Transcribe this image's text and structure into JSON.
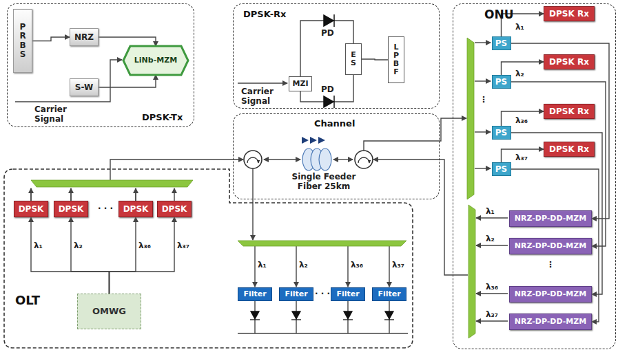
{
  "diagram": {
    "nodes": [
      {
        "text": [
          "DPSK-Tx"
        ]
      },
      {
        "text": [
          "PRBS"
        ],
        "in": 0
      },
      {
        "text": [
          "NRZ"
        ],
        "in": 0
      },
      {
        "text": [
          "S-W"
        ],
        "in": 0
      },
      {
        "text": [
          "LiNb-MZM"
        ],
        "in": 0
      },
      {
        "text": [
          "DPSK-Rx"
        ]
      },
      {
        "text": [
          "MZI"
        ],
        "in": 5
      },
      {
        "text": [
          "ES"
        ],
        "in": 5
      },
      {
        "text": [
          "LPBF"
        ],
        "in": 5
      },
      {
        "text": [
          "Channel"
        ]
      },
      {
        "text": [
          "OLT"
        ]
      },
      {
        "text": [
          "DPSK"
        ],
        "in": 10
      },
      {
        "text": [
          "DPSK"
        ],
        "in": 10
      },
      {
        "text": [
          "DPSK"
        ],
        "in": 10
      },
      {
        "text": [
          "DPSK"
        ],
        "in": 10
      },
      {
        "text": [
          "OMWG"
        ],
        "in": 10
      },
      {
        "text": [
          "Filter"
        ],
        "in": 10
      },
      {
        "text": [
          "Filter"
        ],
        "in": 10
      },
      {
        "text": [
          "Filter"
        ],
        "in": 10
      },
      {
        "text": [
          "Filter"
        ],
        "in": 10
      },
      {
        "text": [
          "ONU"
        ]
      },
      {
        "text": [
          "PS"
        ],
        "in": 20
      },
      {
        "text": [
          "PS"
        ],
        "in": 20
      },
      {
        "text": [
          "PS"
        ],
        "in": 20
      },
      {
        "text": [
          "PS"
        ],
        "in": 20
      },
      {
        "text": [
          "DPSK Rx"
        ],
        "in": 20
      },
      {
        "text": [
          "DPSK Rx"
        ],
        "in": 20
      },
      {
        "text": [
          "DPSK Rx"
        ],
        "in": 20
      },
      {
        "text": [
          "DPSK Rx"
        ],
        "in": 20
      },
      {
        "text": [
          "NRZ-DP-DD-MZM"
        ],
        "in": 20
      },
      {
        "text": [
          "NRZ-DP-DD-MZM"
        ],
        "in": 20
      },
      {
        "text": [
          "NRZ-DP-DD-MZM"
        ],
        "in": 20
      },
      {
        "text": [
          "NRZ-DP-DD-MZM"
        ],
        "in": 20
      }
    ],
    "edges": [
      {
        "from": 1,
        "to": 2,
        "arrow": "to"
      },
      {
        "from": 2,
        "to": 4,
        "arrow": "to"
      },
      {
        "from": 3,
        "to": 4,
        "arrow": "to"
      },
      {
        "from": 6,
        "to": 7,
        "arrow": "none"
      },
      {
        "from": 6,
        "to": 7,
        "arrow": "none"
      },
      {
        "from": 7,
        "to": 8,
        "arrow": "none"
      },
      {
        "from": 15,
        "to": 11,
        "arrow": "to"
      },
      {
        "from": 15,
        "to": 12,
        "arrow": "to"
      },
      {
        "from": 15,
        "to": 13,
        "arrow": "to"
      },
      {
        "from": 15,
        "to": 14,
        "arrow": "to"
      },
      {
        "from": 21,
        "to": 25,
        "arrow": "to"
      },
      {
        "from": 22,
        "to": 26,
        "arrow": "to"
      },
      {
        "from": 23,
        "to": 27,
        "arrow": "to"
      },
      {
        "from": 24,
        "to": 28,
        "arrow": "to"
      },
      {
        "from": 21,
        "to": 29,
        "arrow": "to"
      },
      {
        "from": 22,
        "to": 30,
        "arrow": "to"
      },
      {
        "from": 23,
        "to": 31,
        "arrow": "to"
      },
      {
        "from": 24,
        "to": 32,
        "arrow": "to"
      }
    ],
    "labels": [
      "Carrier Signal",
      "PD",
      "PD",
      "Carrier Signal",
      "Single Feeder Fiber 25km",
      "λ₁",
      "λ₂",
      "λ₃₆",
      "λ₃₇",
      "· · ·",
      "λ₁",
      "λ₂",
      "λ₃₆",
      "λ₃₇",
      "· · ·",
      "λ₁",
      "λ₂",
      "λ₃₆",
      "λ₃₇",
      "⋮",
      "λ₁",
      "λ₂",
      "λ₃₆",
      "λ₃₇",
      "⋮"
    ]
  }
}
